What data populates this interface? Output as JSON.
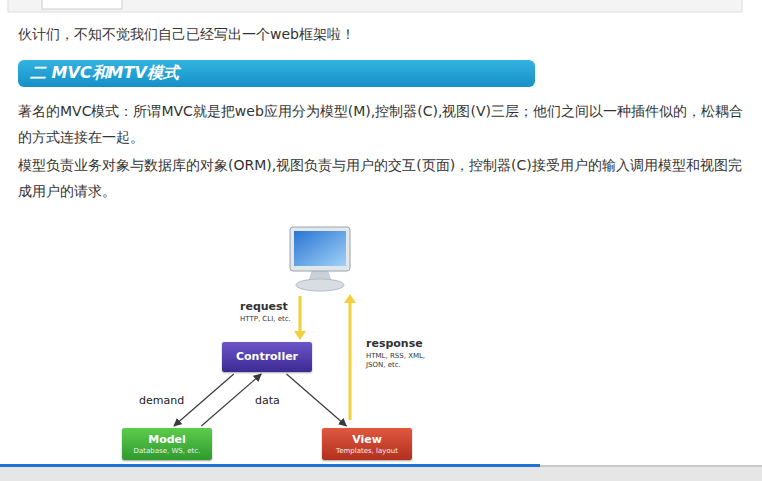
{
  "diagram": {
    "nodes": [
      {
        "text": [
          "二 MVC和MTV模式"
        ]
      },
      {
        "text": [
          "Controller"
        ]
      },
      {
        "text": [
          "Model",
          "Database, WS, etc."
        ]
      },
      {
        "text": [
          "View",
          "Templates, layout"
        ]
      }
    ],
    "edges": [
      {
        "from": 1,
        "to": 2,
        "label": "demand",
        "arrow": "to"
      },
      {
        "from": 2,
        "to": 1,
        "label": "data",
        "arrow": "to"
      },
      {
        "from": 1,
        "to": 3,
        "arrow": "to"
      }
    ],
    "labels": [
      "伙计们，不知不觉我们自己已经写出一个web框架啦！",
      "著名的MVC模式：所谓MVC就是把web应用分为模型(M),控制器(C),视图(V)三层；他们之间以一种插件似的，松耦合的方式连接在一起。",
      "模型负责业务对象与数据库的对象(ORM),视图负责与用户的交互(页面)，控制器(C)接受用户的输入调用模型和视图完成用户的请求。",
      "request",
      "HTTP, CLI, etc.",
      "response",
      "HTML, RSS, XML, JSON, etc."
    ]
  }
}
